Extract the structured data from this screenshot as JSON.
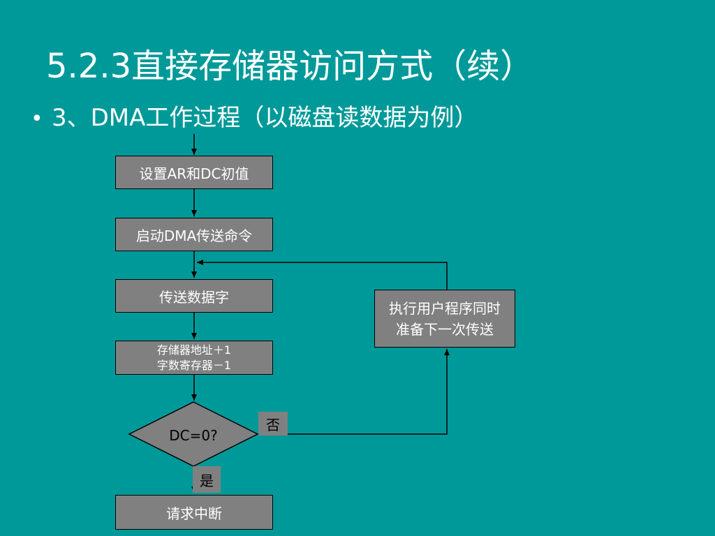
{
  "title": "5.2.3直接存储器访问方式（续）",
  "bullet": "•",
  "subtitle": "3、DMA工作过程（以磁盘读数据为例）",
  "flow": {
    "step1": "设置AR和DC初值",
    "step2": "启动DMA传送命令",
    "step3": "传送数据字",
    "step4_line1": "存储器地址＋1",
    "step4_line2": "字数寄存器－1",
    "decision": "DC=0?",
    "no_label": "否",
    "yes_label": "是",
    "step5": "请求中断",
    "side_line1": "执行用户程序同时",
    "side_line2": "准备下一次传送"
  },
  "colors": {
    "background": "#009999",
    "box_fill": "#808080",
    "line": "#000000",
    "title_text": "#ffffff"
  }
}
